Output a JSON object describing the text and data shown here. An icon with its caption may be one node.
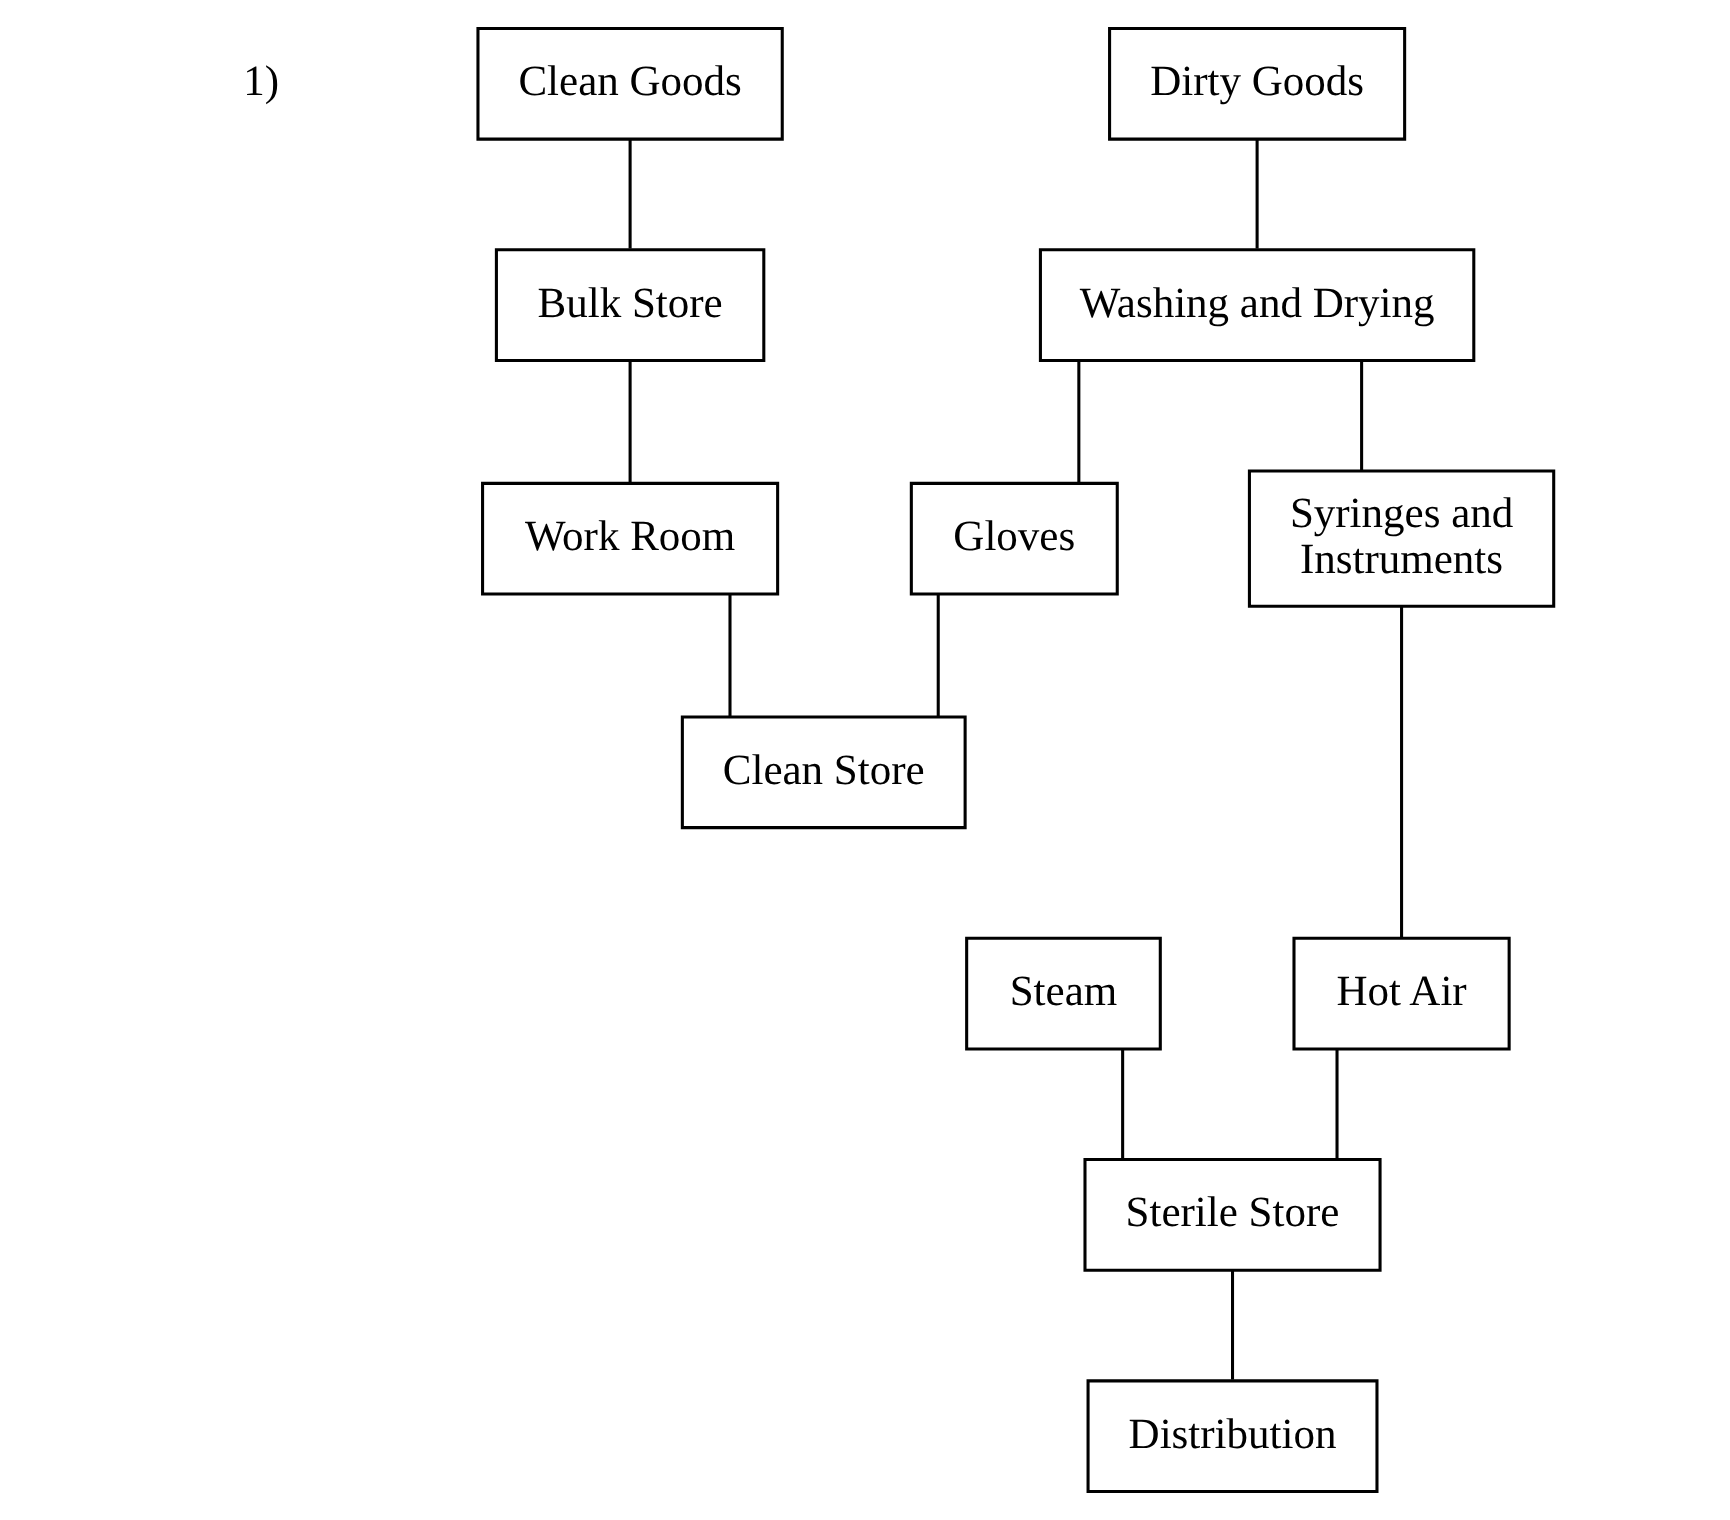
{
  "diagram": {
    "nodes": [
      {
        "text": [
          "Clean Goods"
        ]
      },
      {
        "text": [
          "Bulk Store"
        ]
      },
      {
        "text": [
          "Work Room"
        ]
      },
      {
        "text": [
          "Dirty Goods"
        ]
      },
      {
        "text": [
          "Washing and Drying"
        ]
      },
      {
        "text": [
          "Gloves"
        ]
      },
      {
        "text": [
          "Syringes and Instruments"
        ]
      },
      {
        "text": [
          "Clean Store"
        ]
      },
      {
        "text": [
          "Steam"
        ]
      },
      {
        "text": [
          "Hot Air"
        ]
      },
      {
        "text": [
          "Sterile Store"
        ]
      },
      {
        "text": [
          "Distribution"
        ]
      }
    ],
    "edges": [
      {
        "from": 0,
        "to": 1,
        "arrow": "none"
      },
      {
        "from": 1,
        "to": 2,
        "arrow": "none"
      },
      {
        "from": 2,
        "to": 7,
        "arrow": "none"
      },
      {
        "from": 3,
        "to": 4,
        "arrow": "none"
      },
      {
        "from": 4,
        "to": 5,
        "arrow": "none"
      },
      {
        "from": 4,
        "to": 6,
        "arrow": "none"
      },
      {
        "from": 5,
        "to": 7,
        "arrow": "none"
      },
      {
        "from": 6,
        "to": 9,
        "arrow": "none"
      },
      {
        "from": 8,
        "to": 10,
        "arrow": "none"
      },
      {
        "from": 9,
        "to": 10,
        "arrow": "none"
      },
      {
        "from": 10,
        "to": 11,
        "arrow": "none"
      }
    ],
    "labels": [
      "1)"
    ]
  }
}
